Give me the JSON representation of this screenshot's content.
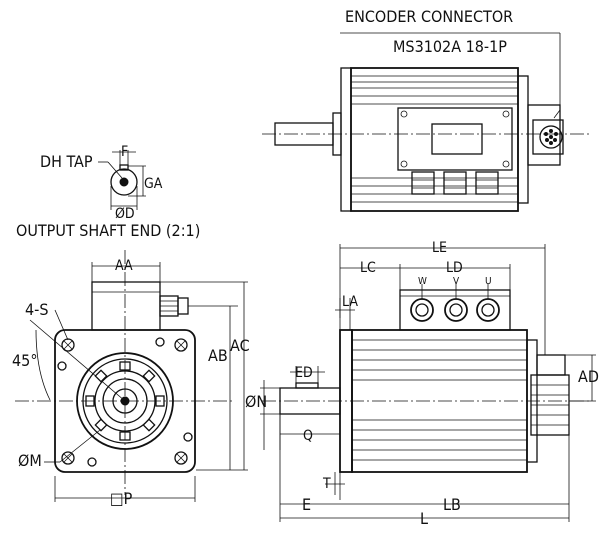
{
  "labels": {
    "encoder_connector": "ENCODER CONNECTOR",
    "ms_part": "MS3102A 18-1P",
    "dh_tap": "DH TAP",
    "f": "F",
    "ga": "GA",
    "phi_d": "ØD",
    "output_shaft_end": "OUTPUT SHAFT END (2:1)",
    "aa": "AA",
    "four_s": "4-S",
    "deg45": "45°",
    "ab": "AB",
    "ac": "AC",
    "phi_m": "ØM",
    "box_p": "□P",
    "le": "LE",
    "lc": "LC",
    "ld": "LD",
    "w": "W",
    "v": "V",
    "u": "U",
    "la": "LA",
    "ed": "ED",
    "phi_n": "ØN",
    "q": "Q",
    "ad": "AD",
    "t": "T",
    "e": "E",
    "lb": "LB",
    "l": "L"
  }
}
